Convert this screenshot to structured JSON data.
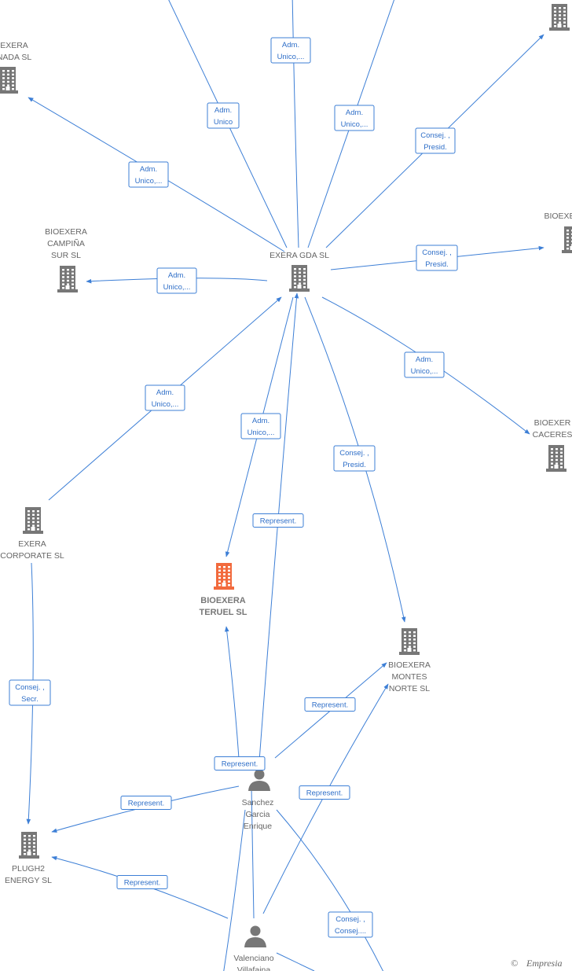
{
  "colors": {
    "edge": "#3d7fd6",
    "node": "#777777",
    "focus_node": "#f26a3d"
  },
  "nodes": [
    {
      "id": "gda",
      "type": "company",
      "lines": [
        "EXERA GDA  SL"
      ]
    },
    {
      "id": "granada",
      "type": "company",
      "lines": [
        "EXERA",
        "NADA  SL"
      ]
    },
    {
      "id": "campina",
      "type": "company",
      "lines": [
        "BIOEXERA",
        "CAMPIÑA",
        "SUR  SL"
      ]
    },
    {
      "id": "topright",
      "type": "company",
      "lines": []
    },
    {
      "id": "rightmid",
      "type": "company",
      "lines": [
        "BIOEXE"
      ]
    },
    {
      "id": "caceres",
      "type": "company",
      "lines": [
        "BIOEXER",
        "CACERES"
      ]
    },
    {
      "id": "corporate",
      "type": "company",
      "lines": [
        "EXERA",
        "CORPORATE  SL"
      ]
    },
    {
      "id": "teruel",
      "type": "company",
      "focus": true,
      "lines": [
        "BIOEXERA",
        "TERUEL  SL"
      ]
    },
    {
      "id": "montes",
      "type": "company",
      "lines": [
        "BIOEXERA",
        "MONTES",
        "NORTE  SL"
      ]
    },
    {
      "id": "plugh2",
      "type": "company",
      "lines": [
        "PLUGH2",
        "ENERGY  SL"
      ]
    },
    {
      "id": "sanchez",
      "type": "person",
      "lines": [
        "Sanchez",
        "Garcia",
        "Enrique"
      ]
    },
    {
      "id": "valenciano",
      "type": "person",
      "lines": [
        "Valenciano",
        "Villafaina"
      ]
    }
  ],
  "edges": [
    {
      "label": [
        "Adm.",
        "Unico"
      ]
    },
    {
      "label": [
        "Adm.",
        "Unico,..."
      ]
    },
    {
      "label": [
        "Adm.",
        "Unico,..."
      ]
    },
    {
      "label": [
        "Consej. ,",
        "Presid."
      ]
    },
    {
      "label": [
        "Adm.",
        "Unico,..."
      ]
    },
    {
      "label": [
        "Adm.",
        "Unico,..."
      ]
    },
    {
      "label": [
        "Consej. ,",
        "Presid."
      ]
    },
    {
      "label": [
        "Adm.",
        "Unico,..."
      ]
    },
    {
      "label": [
        "Adm.",
        "Unico,..."
      ]
    },
    {
      "label": [
        "Adm.",
        "Unico,..."
      ]
    },
    {
      "label": [
        "Consej. ,",
        "Presid."
      ]
    },
    {
      "label": [
        "Represent."
      ]
    },
    {
      "label": [
        "Consej. ,",
        "Secr."
      ]
    },
    {
      "label": [
        "Represent."
      ]
    },
    {
      "label": [
        "Represent."
      ]
    },
    {
      "label": [
        "Represent."
      ]
    },
    {
      "label": [
        "Represent."
      ]
    },
    {
      "label": [
        "Represent."
      ]
    },
    {
      "label": [
        "Consej. ,",
        "Consej...."
      ]
    }
  ],
  "watermark": {
    "symbol": "©",
    "brand": "Empresia"
  }
}
